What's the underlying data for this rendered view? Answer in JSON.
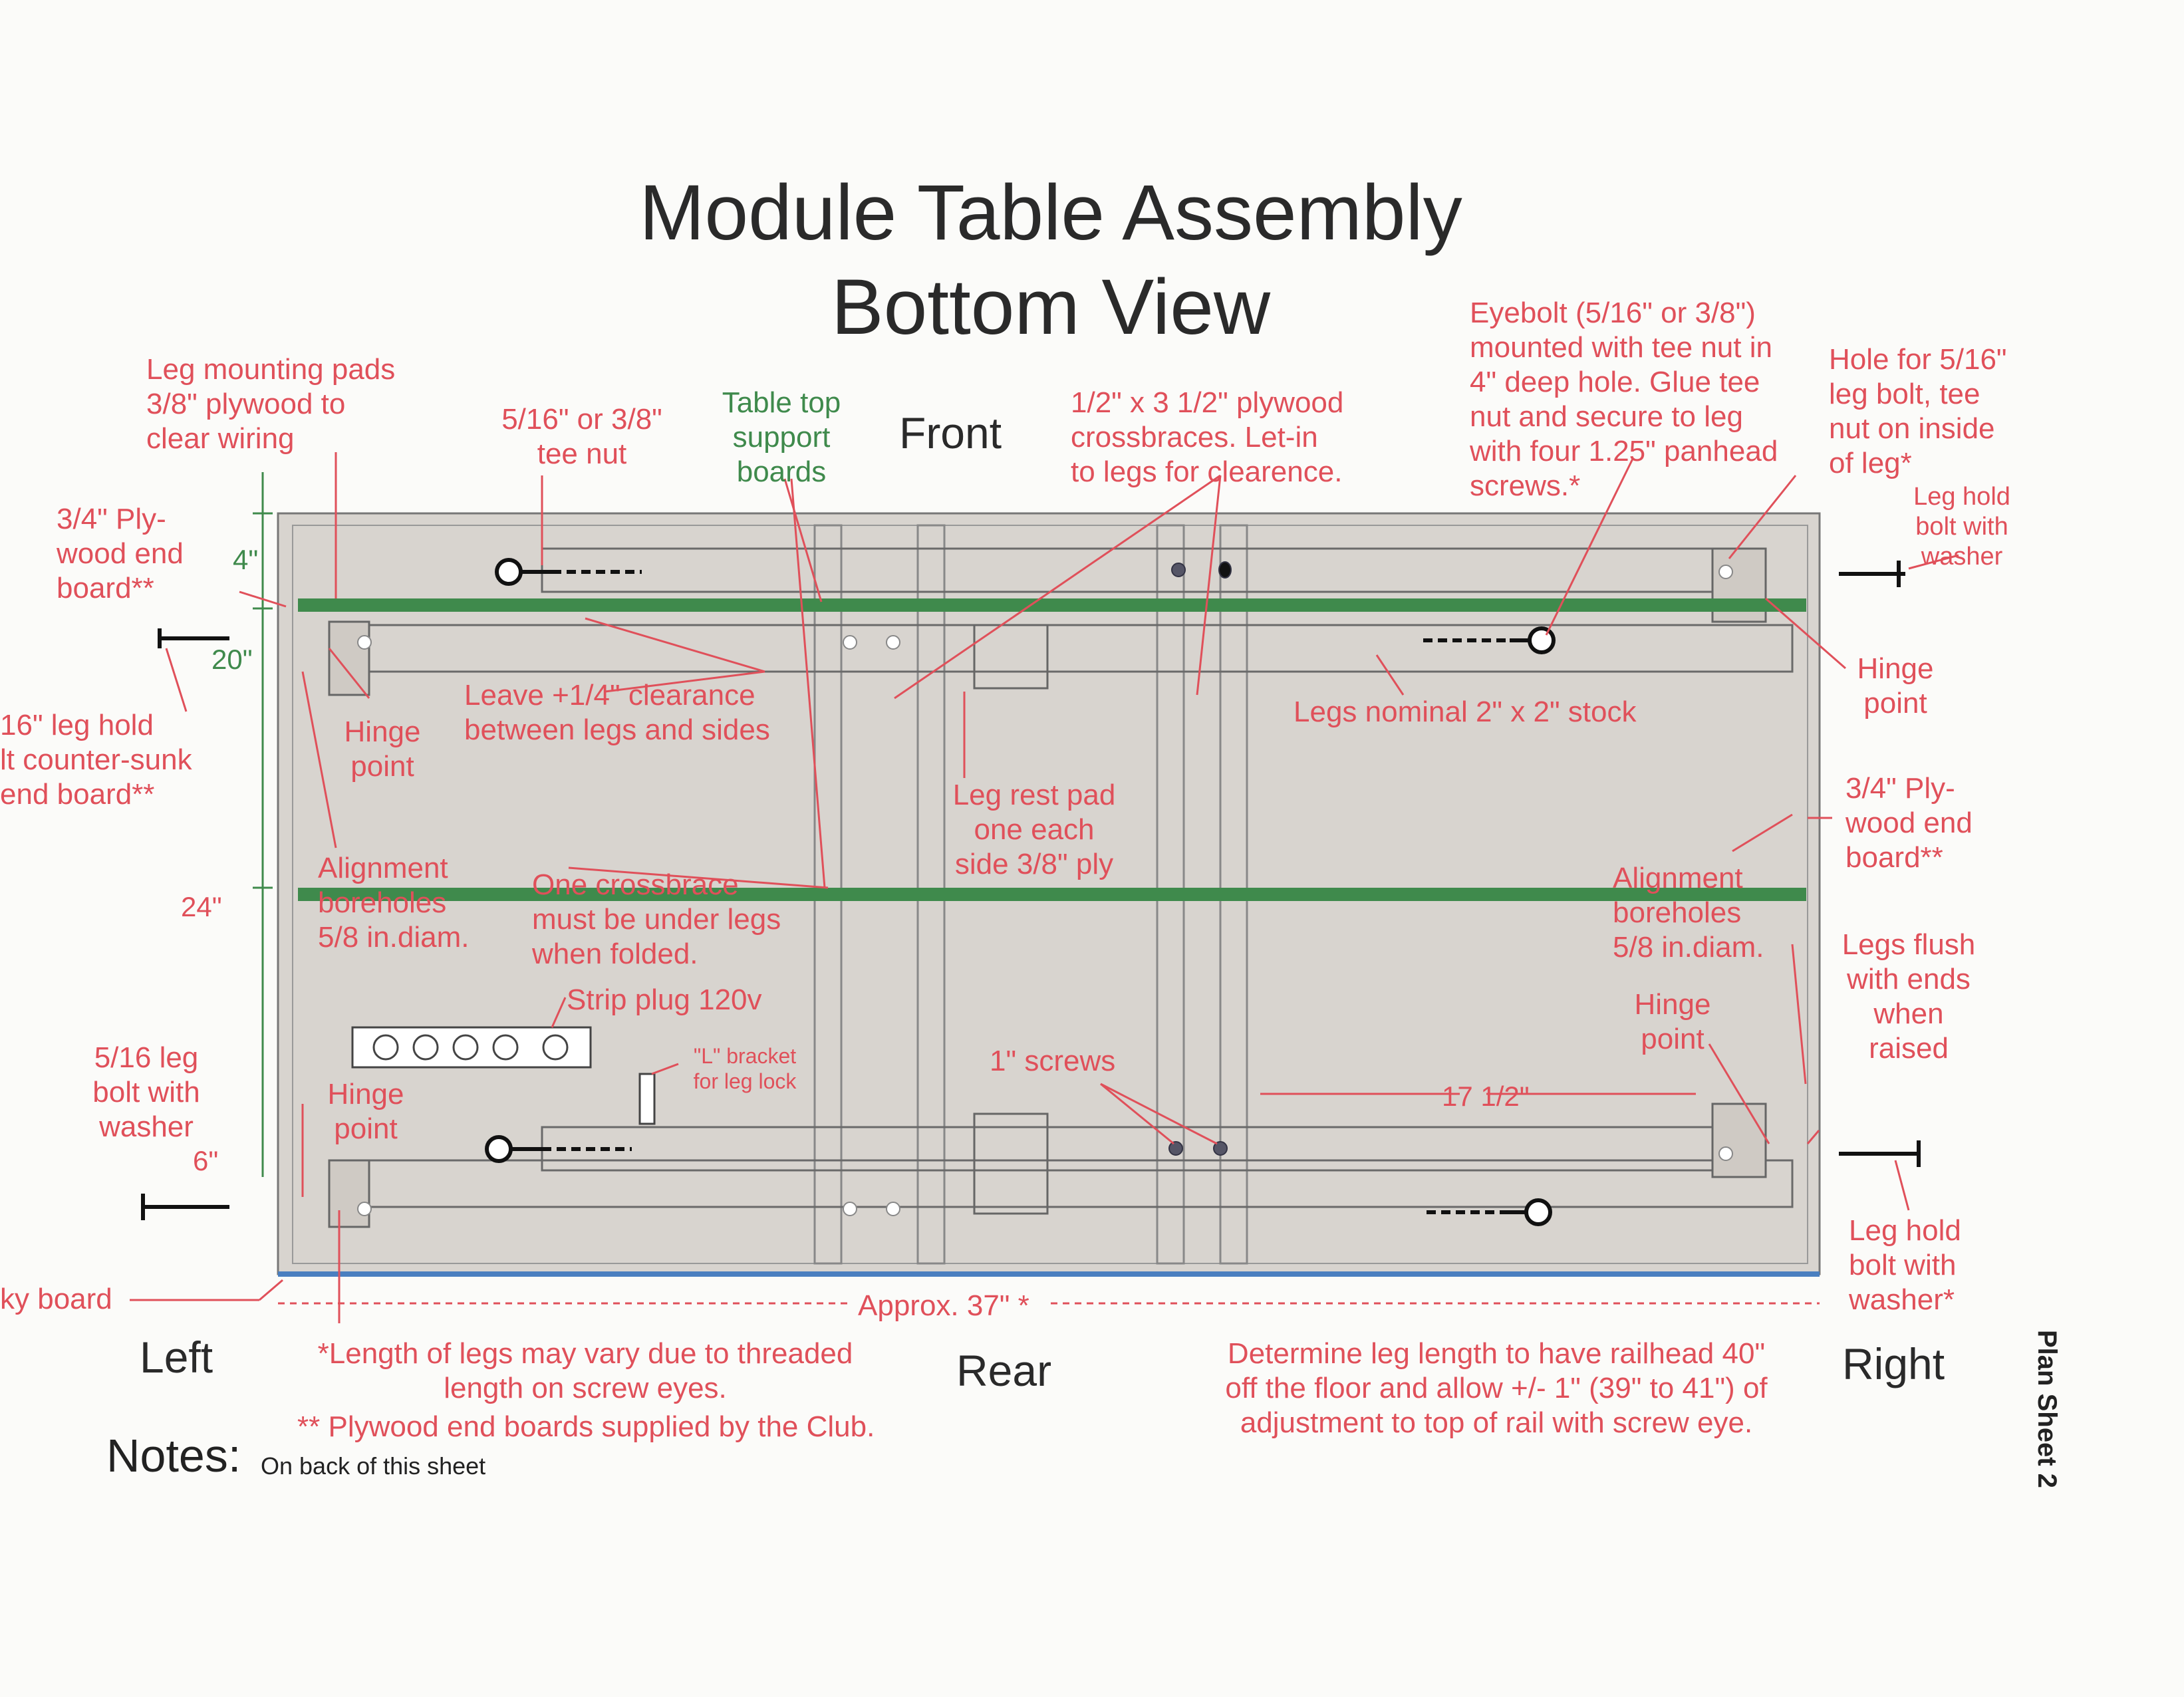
{
  "title": {
    "line1": "Module Table Assembly",
    "line2": "Bottom View"
  },
  "sides": {
    "front": "Front",
    "rear": "Rear",
    "left": "Left",
    "right": "Right"
  },
  "labels": {
    "leg_mounting_pads": [
      "Leg mounting pads",
      "3/8\" plywood to",
      "clear wiring"
    ],
    "tee_nut": [
      "5/16\" or 3/8\"",
      "tee nut"
    ],
    "table_top_support": [
      "Table top",
      "support",
      "boards"
    ],
    "crossbraces": [
      "1/2\" x 3 1/2\" plywood",
      "crossbraces.  Let-in",
      "to legs for clearence."
    ],
    "eyebolt": [
      "Eyebolt (5/16\" or 3/8\")",
      "mounted with tee nut in",
      "4\" deep hole.  Glue tee",
      "nut and secure to leg",
      "with four 1.25\" panhead",
      "screws.*"
    ],
    "hole_leg_bolt": [
      "Hole for 5/16\"",
      "leg bolt, tee",
      "nut on inside",
      "of leg*"
    ],
    "leg_hold_washer_tr": [
      "Leg hold",
      "bolt with",
      "washer"
    ],
    "plywood_end_left": [
      "3/4\" Ply-",
      "wood end",
      "board**"
    ],
    "leg_hold_countersunk": [
      "16\" leg hold",
      "lt counter-sunk",
      "end board**"
    ],
    "leave_clearance": [
      "Leave +1/4\" clearance",
      "between legs and sides"
    ],
    "hinge_point_tl": [
      "Hinge",
      "point"
    ],
    "legs_nominal": "Legs nominal 2\" x 2\" stock",
    "hinge_point_tr": [
      "Hinge",
      "point"
    ],
    "leg_rest_pad": [
      "Leg rest pad",
      "one each",
      "side 3/8\" ply"
    ],
    "plywood_end_right": [
      "3/4\" Ply-",
      "wood end",
      "board**"
    ],
    "alignment_left": [
      "Alignment",
      "boreholes",
      "5/8 in.diam."
    ],
    "one_crossbrace": [
      "One crossbrace",
      "must be under legs",
      "when folded."
    ],
    "alignment_right": [
      "Alignment",
      "boreholes",
      "5/8 in.diam."
    ],
    "legs_flush": [
      "Legs flush",
      "with ends",
      "when",
      "raised"
    ],
    "strip_plug": "Strip plug 120v",
    "l_bracket": [
      "\"L\" bracket",
      "for leg lock"
    ],
    "hinge_point_right": [
      "Hinge",
      "point"
    ],
    "leg_bolt_left": [
      "5/16 leg",
      "bolt with",
      "washer"
    ],
    "hinge_point_bl": [
      "Hinge",
      "point"
    ],
    "one_inch_screws": "1\" screws",
    "leg_hold_washer_br": [
      "Leg hold",
      "bolt with",
      "washer*"
    ],
    "sky_board": "ky board",
    "approx": "Approx. 37\" *",
    "length_note": [
      "*Length of legs may vary due to threaded",
      "length on screw eyes."
    ],
    "plywood_note": "** Plywood end boards supplied by the Club.",
    "determine": [
      "Determine leg length to have railhead 40\"",
      "off the floor and allow +/- 1\" (39\" to 41\") of",
      "adjustment to top of rail with screw eye."
    ]
  },
  "dimensions": {
    "d4": "4\"",
    "d20": "20\"",
    "d24": "24\"",
    "d6": "6\"",
    "d17": "17 1/2\""
  },
  "notes": {
    "label": "Notes:",
    "value": "On back of this sheet"
  },
  "sheet": "Plan Sheet 2",
  "colors": {
    "annotation": "#e0505a",
    "support_board": "#3f8a4c",
    "table_fill": "#d8d4cf",
    "sky_board": "#4a7fc0"
  }
}
